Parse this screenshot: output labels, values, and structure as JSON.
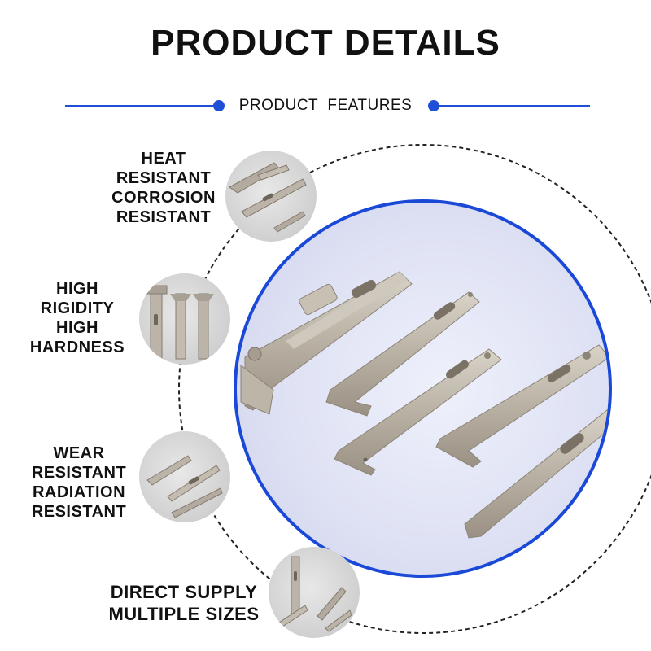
{
  "title": "PRODUCT DETAILS",
  "subtitle": "PRODUCT  FEATURES",
  "accent_color": "#1f4fd6",
  "features": [
    {
      "lines": [
        "HEAT",
        "RESISTANT",
        "CORROSION",
        "RESISTANT"
      ]
    },
    {
      "lines": [
        "HIGH",
        "RIGIDITY",
        "HIGH",
        "HARDNESS"
      ]
    },
    {
      "lines": [
        "WEAR",
        "RESISTANT",
        "RADIATION",
        "RESISTANT"
      ]
    },
    {
      "lines": [
        "DIRECT SUPPLY",
        "MULTIPLE SIZES"
      ]
    }
  ]
}
